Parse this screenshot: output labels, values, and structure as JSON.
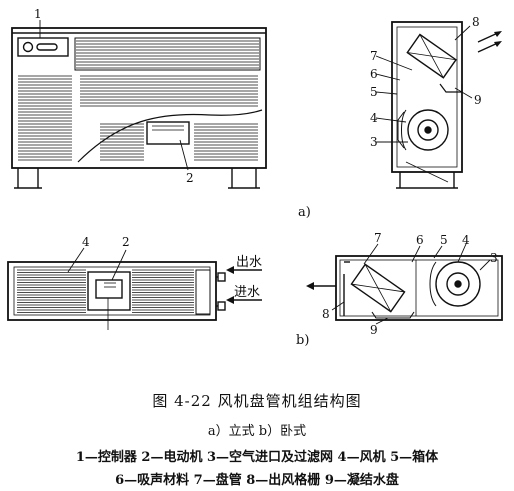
{
  "diagram": {
    "part_numbers": {
      "a1": "1",
      "a2": "2",
      "c3": "3",
      "c4": "4",
      "c5": "5",
      "c6": "6",
      "c7": "7",
      "c8": "8",
      "c9": "9",
      "b2": "2",
      "b4": "4",
      "d3": "3",
      "d4": "4",
      "d5": "5",
      "d6": "6",
      "d7": "7",
      "d8": "8",
      "d9": "9"
    },
    "sub_labels": {
      "a": "a)",
      "b": "b)"
    },
    "water_labels": {
      "outlet": "出水",
      "inlet": "进水"
    }
  },
  "caption": {
    "title": "图 4-22    风机盘管机组结构图",
    "subtitle": "a）立式    b）卧式",
    "legend_line1": "1—控制器  2—电动机  3—空气进口及过滤网  4—风机  5—箱体",
    "legend_line2": "6—吸声材料  7—盘管  8—出风格栅  9—凝结水盘"
  }
}
